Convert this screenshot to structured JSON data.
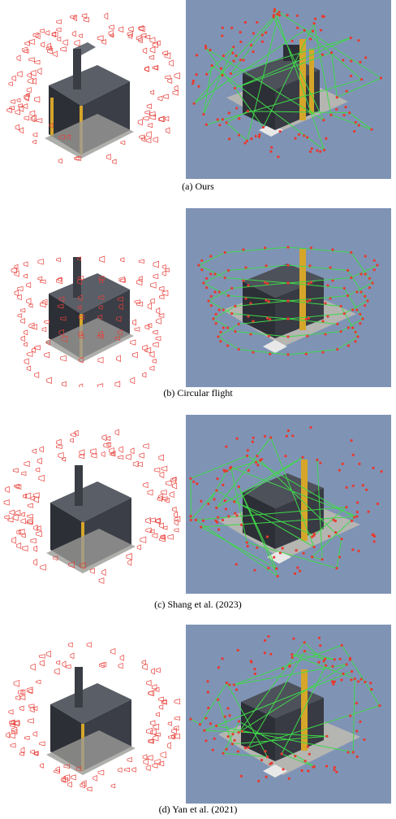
{
  "figure": {
    "panels": [
      {
        "id": "a",
        "caption": "(a) Ours",
        "method": "ours"
      },
      {
        "id": "b",
        "caption": "(b) Circular flight",
        "method": "circular"
      },
      {
        "id": "c",
        "caption": "(c) Shang et al. (2023)",
        "method": "shang"
      },
      {
        "id": "d",
        "caption": "(d) Yan et al. (2021)",
        "method": "yan"
      }
    ]
  },
  "colors": {
    "background_right": "#7f93b5",
    "camera_frustum": "#e8403a",
    "waypoint": "#e83a2f",
    "trajectory": "#3fd94a",
    "building_dark": "#2d2f36",
    "building_accent": "#d6a62a",
    "ground": "#b5b5b2"
  }
}
